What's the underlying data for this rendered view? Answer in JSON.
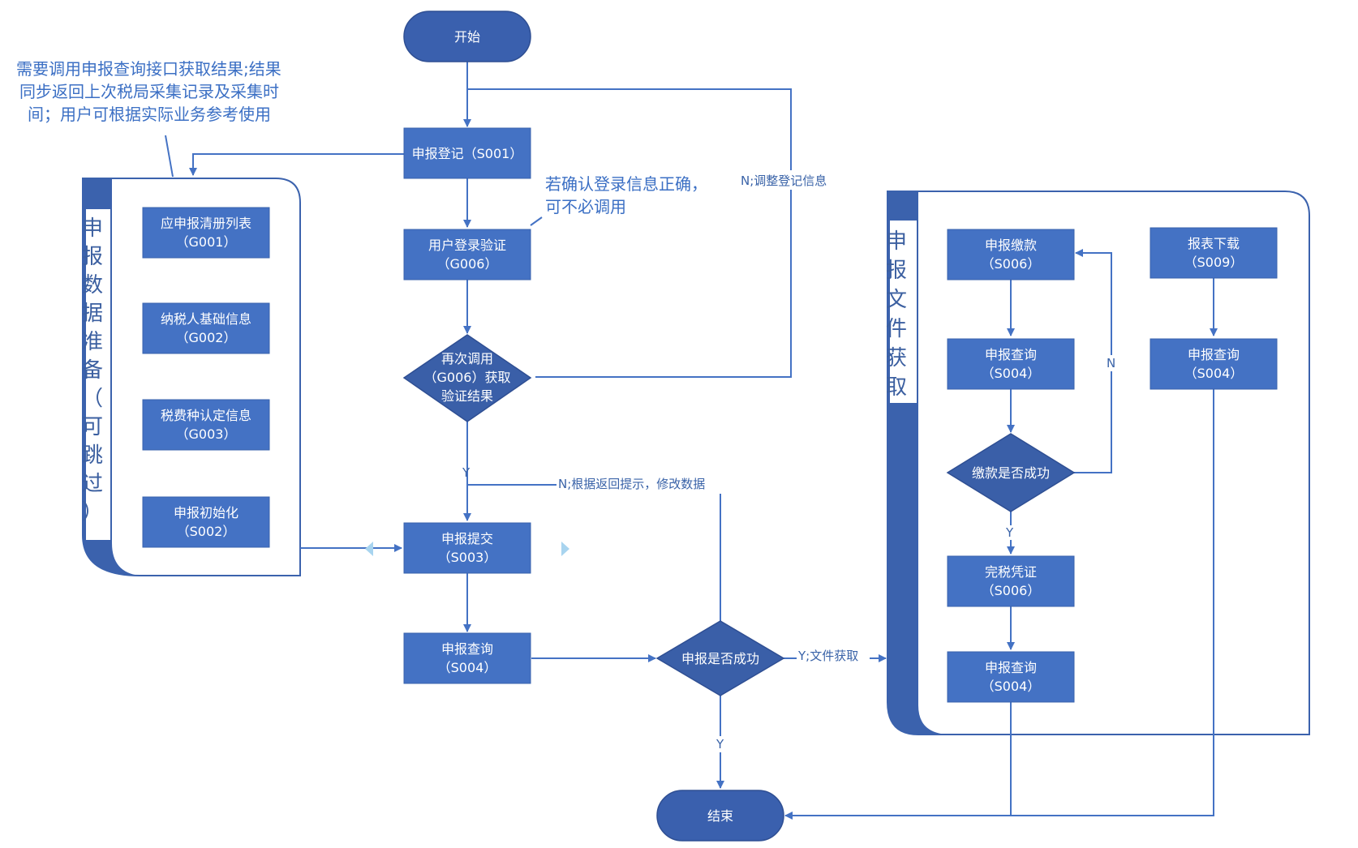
{
  "nodes": {
    "start": "开始",
    "end": "结束",
    "s001": [
      "申报登记（S001）"
    ],
    "g006": [
      "用户登录验证",
      "（G006）"
    ],
    "dec_verify": [
      "再次调用",
      "（G006）获取",
      "验证结果"
    ],
    "s003": [
      "申报提交",
      "（S003）"
    ],
    "s004_main": [
      "申报查询",
      "（S004）"
    ],
    "dec_success": [
      "申报是否成功"
    ],
    "g001": [
      "应申报清册列表",
      "（G001）"
    ],
    "g002": [
      "纳税人基础信息",
      "（G002）"
    ],
    "g003": [
      "税费种认定信息",
      "（G003）"
    ],
    "s002": [
      "申报初始化",
      "（S002）"
    ],
    "s006_pay": [
      "申报缴款",
      "（S006）"
    ],
    "s004_a": [
      "申报查询",
      "（S004）"
    ],
    "dec_pay": [
      "缴款是否成功"
    ],
    "s006_cert": [
      "完税凭证",
      "（S006）"
    ],
    "s004_b": [
      "申报查询",
      "（S004）"
    ],
    "s009": [
      "报表下载",
      "（S009）"
    ],
    "s004_c": [
      "申报查询",
      "（S004）"
    ]
  },
  "groups": {
    "left_title": [
      "申",
      "报",
      "数",
      "据",
      "准",
      "备",
      "（",
      "可",
      "跳",
      "过",
      "）"
    ],
    "right_title": [
      "申",
      "报",
      "文",
      "件",
      "获",
      "取"
    ]
  },
  "edge_labels": {
    "n_adjust": "N;调整登记信息",
    "y_verify": "Y",
    "n_modify": "N;根据返回提示，修改数据",
    "y_file": "Y;文件获取",
    "y_end": "Y",
    "n_pay": "N",
    "y_pay": "Y"
  },
  "annotations": {
    "top_left": [
      "需要调用申报查询接口获取结果;结果",
      "同步返回上次税局采集记录及采集时",
      "间；用户可根据实际业务参考使用"
    ],
    "login_note": [
      "若确认登录信息正确，",
      "可不必调用"
    ]
  },
  "colors": {
    "box": "#4472c4",
    "terminator": "#3a60ae",
    "decision": "#3a5fa8",
    "line": "#4472c4",
    "group_bar": "#3b62ad"
  }
}
